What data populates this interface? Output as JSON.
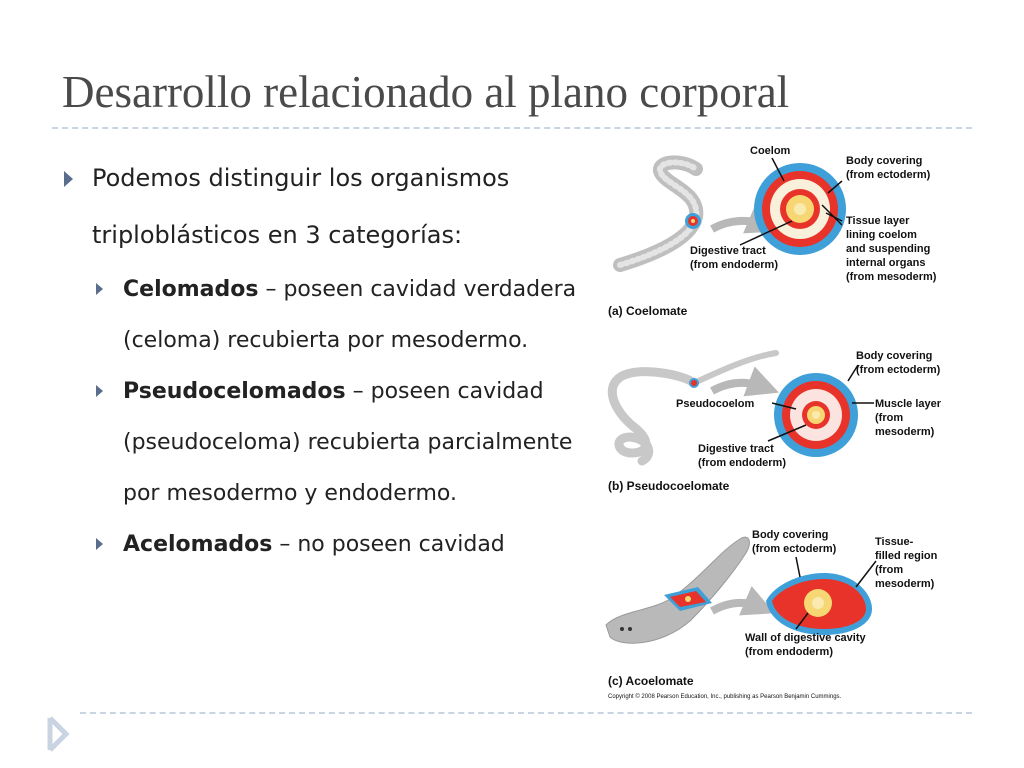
{
  "title": "Desarrollo relacionado al plano corporal",
  "intro": "Podemos distinguir los organismos triploblásticos en 3 categorías:",
  "categories": [
    {
      "term": "Celomados",
      "desc": " – poseen cavidad verdadera (celoma) recubierta por mesodermo."
    },
    {
      "term": "Pseudocelomados",
      "desc": " – poseen cavidad (pseudoceloma) recubierta parcialmente por mesodermo y endodermo."
    },
    {
      "term": "Acelomados",
      "desc": " – no poseen cavidad"
    }
  ],
  "figure": {
    "panel_a": {
      "caption": "(a) Coelomate",
      "labels": {
        "coelom": "Coelom",
        "body_covering_1": "Body covering",
        "body_covering_2": "(from ectoderm)",
        "tissue_1": "Tissue layer",
        "tissue_2": "lining coelom",
        "tissue_3": "and suspending",
        "tissue_4": "internal organs",
        "tissue_5": "(from mesoderm)",
        "digestive_1": "Digestive tract",
        "digestive_2": "(from endoderm)"
      }
    },
    "panel_b": {
      "caption": "(b) Pseudocoelomate",
      "labels": {
        "body_covering_1": "Body covering",
        "body_covering_2": "(from ectoderm)",
        "pseudocoelom": "Pseudocoelom",
        "muscle_1": "Muscle layer",
        "muscle_2": "(from",
        "muscle_3": "mesoderm)",
        "digestive_1": "Digestive tract",
        "digestive_2": "(from endoderm)"
      }
    },
    "panel_c": {
      "caption": "(c) Acoelomate",
      "labels": {
        "body_covering_1": "Body covering",
        "body_covering_2": "(from ectoderm)",
        "tissue_1": "Tissue-",
        "tissue_2": "filled region",
        "tissue_3": "(from",
        "tissue_4": "mesoderm)",
        "wall_1": "Wall of digestive cavity",
        "wall_2": "(from endoderm)"
      }
    },
    "copyright": "Copyright © 2008 Pearson Education, Inc., publishing as Pearson Benjamin Cummings."
  },
  "colors": {
    "title": "#4a4a4a",
    "bullet": "#5b6d8c",
    "rule": "#c9d4e3",
    "ectoderm": "#3f9fd8",
    "mesoderm": "#e8332a",
    "endoderm": "#f7d774",
    "worm": "#c8c8c8"
  }
}
